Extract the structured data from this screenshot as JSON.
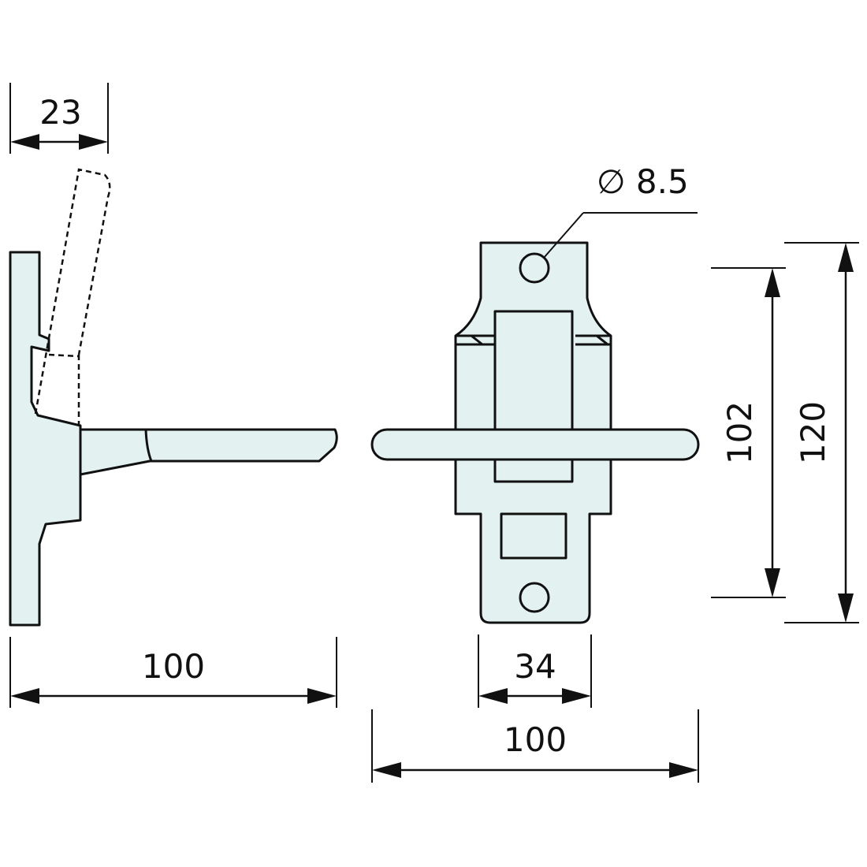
{
  "side_view": {
    "lever_offset": "23",
    "length": "100"
  },
  "front_view": {
    "hole_diameter": "∅ 8.5",
    "hole_spacing": "102",
    "plate_height": "120",
    "plate_width": "34",
    "handle_width": "100"
  },
  "colors": {
    "part_fill": "#e3f1f1",
    "line": "#111111"
  }
}
